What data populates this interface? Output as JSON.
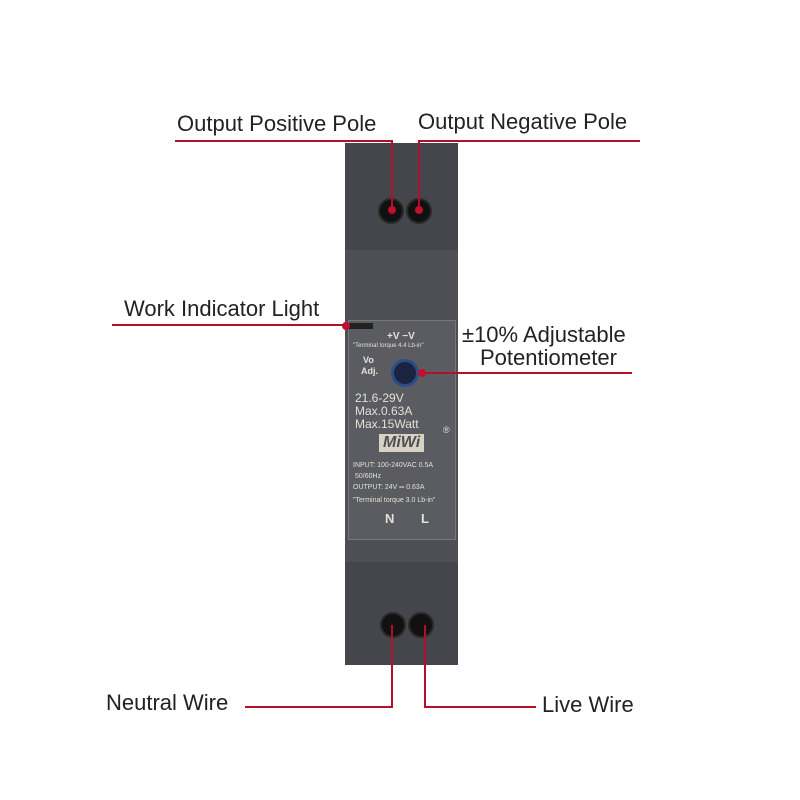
{
  "labels": {
    "output_positive": "Output Positive Pole",
    "output_negative": "Output Negative Pole",
    "work_indicator": "Work Indicator Light",
    "potentiometer_line1": "±10% Adjustable",
    "potentiometer_line2": "Potentiometer",
    "neutral": "Neutral Wire",
    "live": "Live Wire"
  },
  "device": {
    "polarity": "+V  −V",
    "torque_top": "\"Terminal torque 4.4 Lb-in\"",
    "vo_adj_1": "Vo",
    "vo_adj_2": "Adj.",
    "voltage": "21.6-29V",
    "current": "Max.0.63A",
    "power": "Max.15Watt",
    "registered": "®",
    "brand": "MiWi",
    "input": "INPUT: 100-240VAC 0.5A",
    "freq": "50/60Hz",
    "output": "OUTPUT: 24V ═ 0.63A",
    "torque_bottom": "\"Terminal torque 3.0 Lb-in\"",
    "n": "N",
    "l": "L"
  },
  "colors": {
    "accent": "#b0102a",
    "device": "#4d4f55"
  }
}
